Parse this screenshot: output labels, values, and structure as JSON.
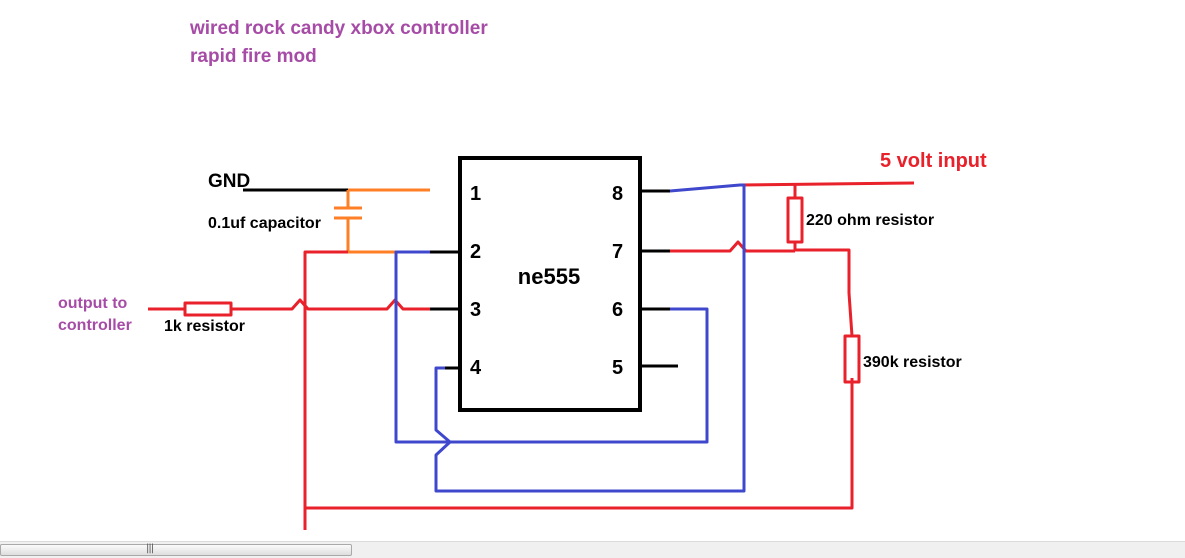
{
  "title": {
    "line1": "wired rock candy xbox controller",
    "line2": "rapid fire mod"
  },
  "labels": {
    "gnd": "GND",
    "capacitor": "0.1uf capacitor",
    "output": "output to",
    "output2": "controller",
    "r1k": "1k resistor",
    "input": "5 volt input",
    "r220": "220 ohm resistor",
    "r390k": "390k resistor",
    "chip": "ne555"
  },
  "pins": {
    "p1": "1",
    "p2": "2",
    "p3": "3",
    "p4": "4",
    "p5": "5",
    "p6": "6",
    "p7": "7",
    "p8": "8"
  },
  "colors": {
    "red": "#e8212b",
    "blue": "#3f48cc",
    "orange": "#ff7f27",
    "black": "#000000",
    "purple": "#a64ca6"
  },
  "scrollbar": {
    "grip": "|||"
  }
}
